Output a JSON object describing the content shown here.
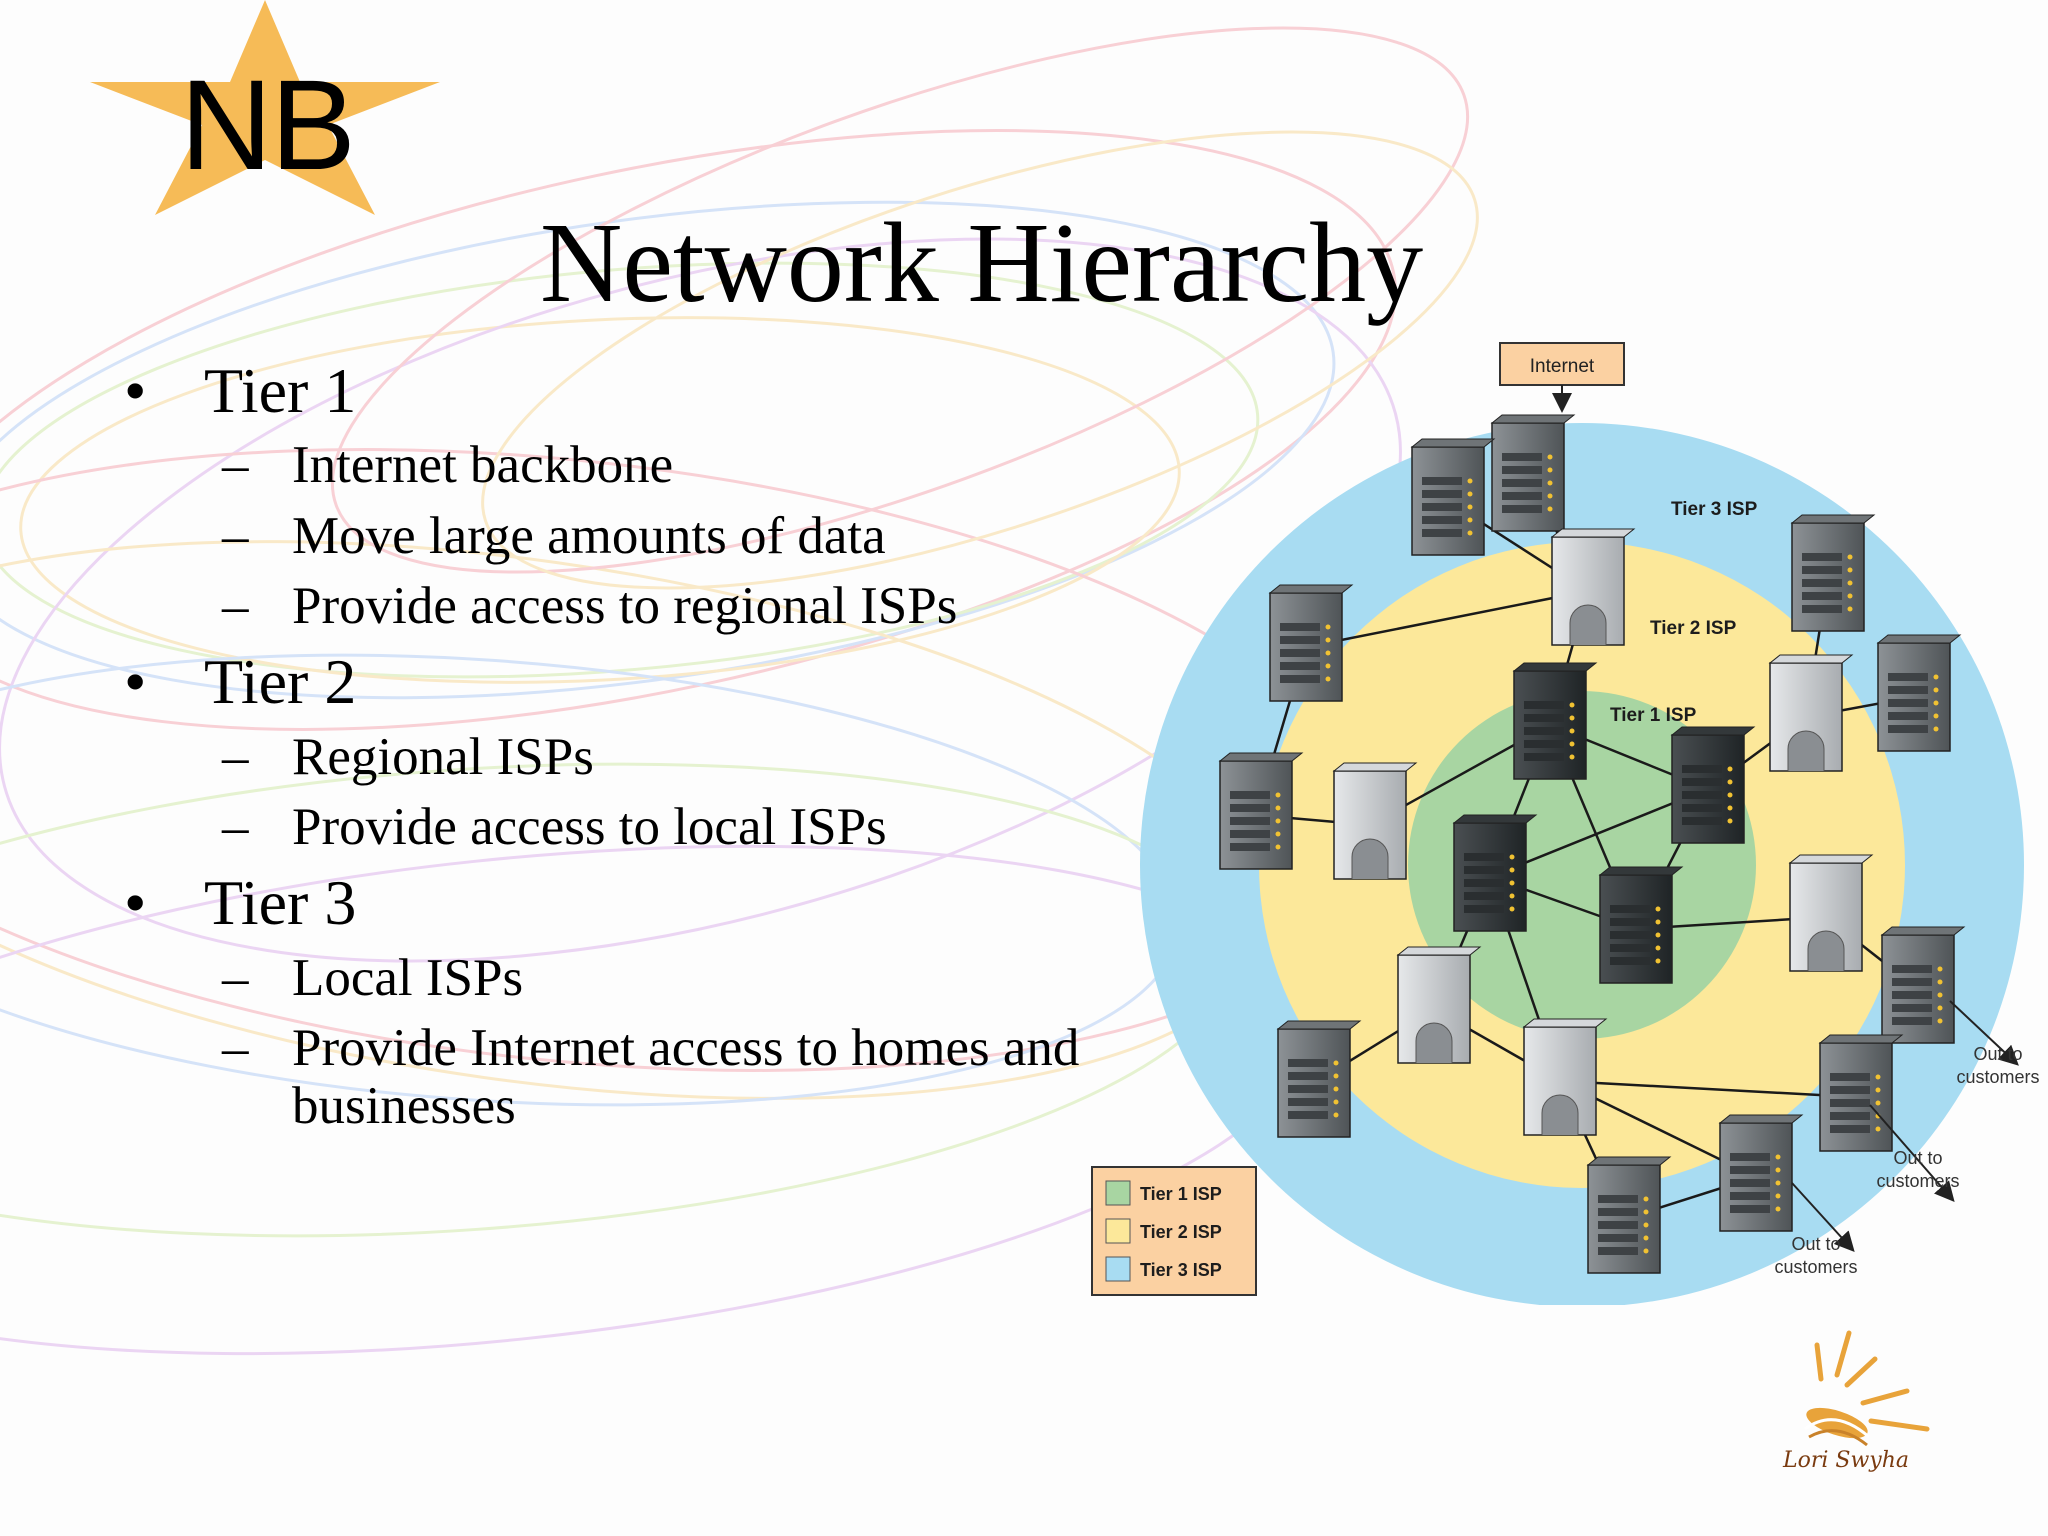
{
  "badge": {
    "text": "NB",
    "star_color": "#f6bb57"
  },
  "title": "Network Hierarchy",
  "bullets": [
    {
      "label": "Tier 1",
      "subs": [
        "Internet backbone",
        "Move large amounts of data",
        "Provide access to regional ISPs"
      ]
    },
    {
      "label": "Tier 2",
      "subs": [
        "Regional ISPs",
        "Provide access to local ISPs"
      ]
    },
    {
      "label": "Tier 3",
      "subs": [
        "Local ISPs",
        "Provide Internet access to homes and businesses"
      ]
    }
  ],
  "bullet_marker": "•",
  "sub_marker": "–",
  "diagram": {
    "internet_label": "Internet",
    "ring_labels": {
      "tier3": "Tier 3 ISP",
      "tier2": "Tier 2 ISP",
      "tier1": "Tier 1 ISP"
    },
    "out_label_line1": "Out to",
    "out_label_line2": "customers",
    "legend": [
      {
        "label": "Tier 1 ISP",
        "color": "#a8d5a2"
      },
      {
        "label": "Tier 2 ISP",
        "color": "#fce89a"
      },
      {
        "label": "Tier 3 ISP",
        "color": "#a8dcf2"
      }
    ],
    "colors": {
      "tier3": "#a8dcf2",
      "tier2": "#fce89a",
      "tier1": "#a8d5a2",
      "internet_box": "#fbd1a2"
    }
  },
  "logo": {
    "signature": "Lori Swyha",
    "icon": "sun-logo-icon"
  }
}
